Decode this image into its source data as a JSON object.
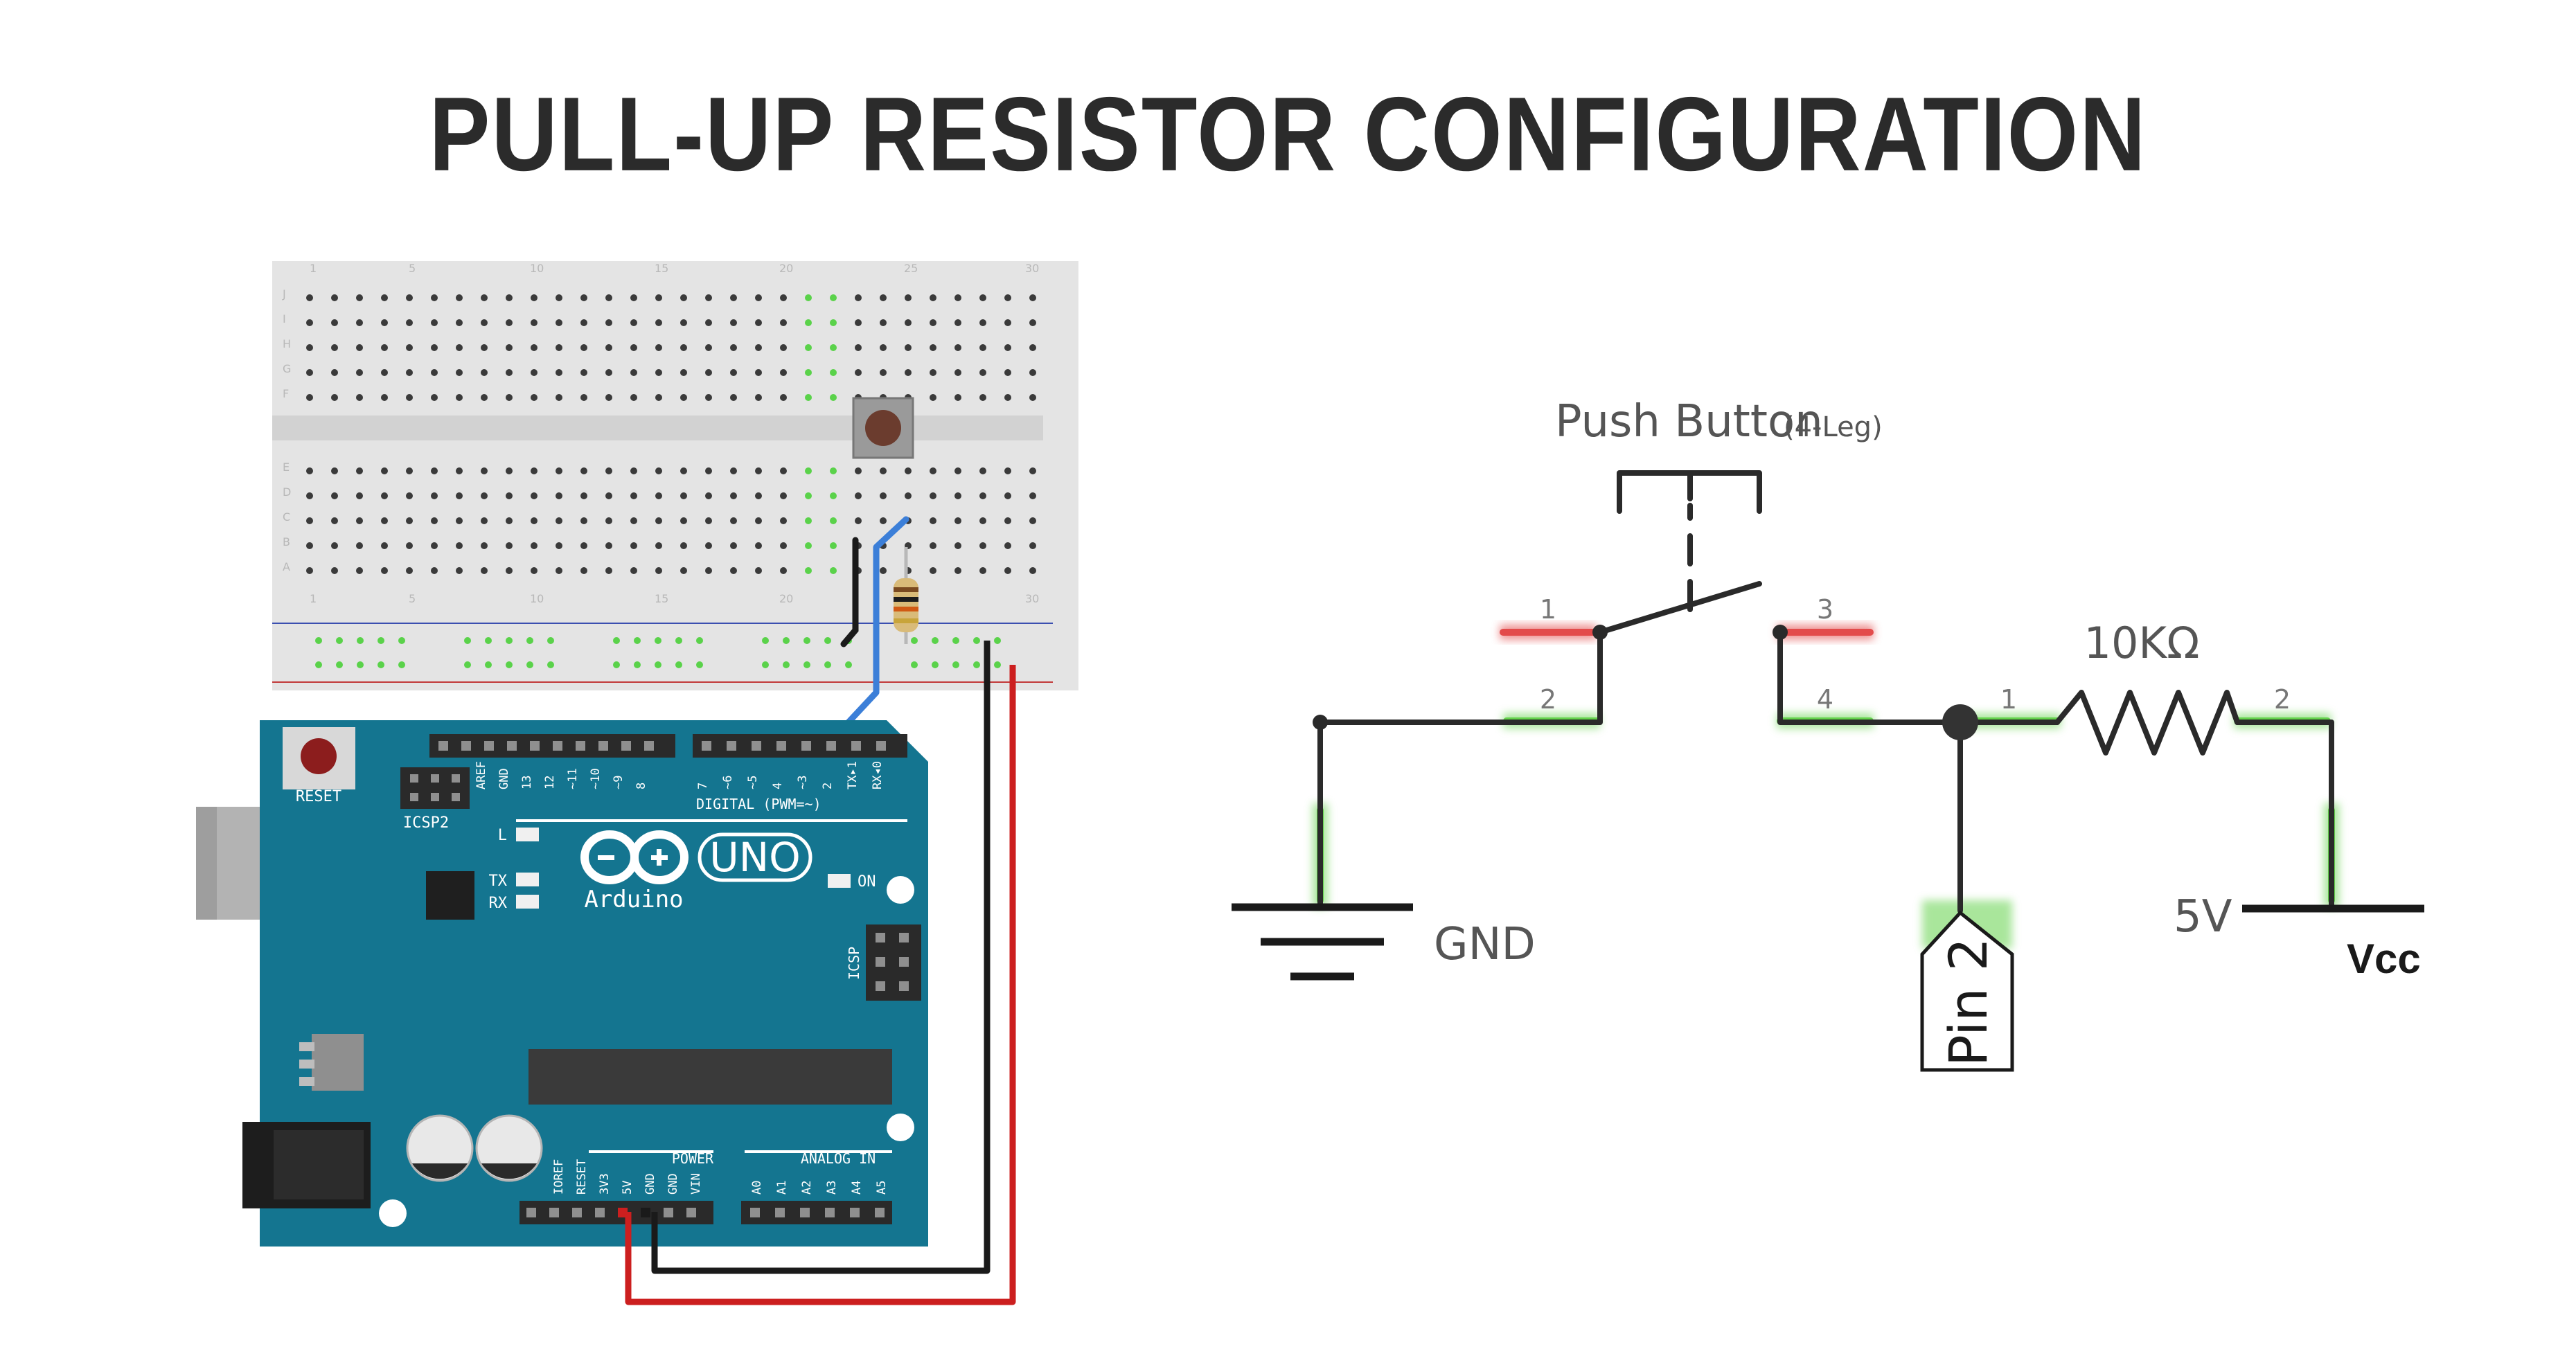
{
  "title": "PULL-UP RESISTOR CONFIGURATION",
  "breadboard": {
    "column_numbers": [
      "1",
      "5",
      "10",
      "15",
      "20",
      "25",
      "30"
    ],
    "row_letters_top": [
      "J",
      "I",
      "H",
      "G",
      "F"
    ],
    "row_letters_bottom": [
      "E",
      "D",
      "C",
      "B",
      "A"
    ]
  },
  "arduino": {
    "reset_label": "RESET",
    "icsp2_label": "ICSP2",
    "digital_label": "DIGITAL (PWM=~)",
    "model": "UNO",
    "brand": "Arduino",
    "on_label": "ON",
    "led_labels": [
      "L",
      "TX",
      "RX"
    ],
    "icsp_label": "ICSP",
    "power_label": "POWER",
    "analog_label": "ANALOG IN",
    "top_pins": [
      "AREF",
      "GND",
      "13",
      "12",
      "~11",
      "~10",
      "~9",
      "8",
      "7",
      "~6",
      "~5",
      "4",
      "~3",
      "2",
      "TX▸1",
      "RX◂0"
    ],
    "power_pins": [
      "IOREF",
      "RESET",
      "3V3",
      "5V",
      "GND",
      "GND",
      "VIN"
    ],
    "analog_pins": [
      "A0",
      "A1",
      "A2",
      "A3",
      "A4",
      "A5"
    ]
  },
  "schematic": {
    "button_label": "Push Button",
    "button_sub": "(4-Leg)",
    "pins": [
      "1",
      "2",
      "3",
      "4"
    ],
    "resistor_label": "10KΩ",
    "resistor_pins": [
      "1",
      "2"
    ],
    "gnd_label": "GND",
    "pin_label": "Pin 2",
    "v_label": "5V",
    "vcc_label": "Vcc"
  },
  "colors": {
    "board": "#147590",
    "wire_black": "#1a1a1a",
    "wire_red": "#cc1f1f",
    "wire_blue": "#3c7fd8",
    "highlight_green": "#64d24b",
    "highlight_red": "#e34b4b"
  }
}
